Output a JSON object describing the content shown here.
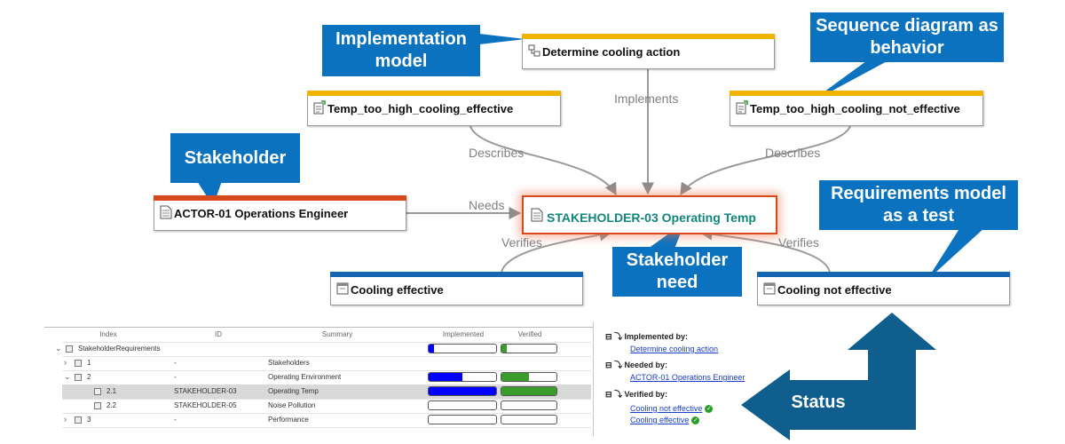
{
  "nodes": {
    "determine": "Determine cooling action",
    "effective_seq": "Temp_too_high_cooling_effective",
    "not_effective_seq": "Temp_too_high_cooling_not_effective",
    "actor": "ACTOR-01 Operations Engineer",
    "stakeholder": "STAKEHOLDER-03 Operating Temp",
    "cooling_eff": "Cooling effective",
    "cooling_not_eff": "Cooling not effective"
  },
  "relations": {
    "implements": "Implements",
    "describes_left": "Describes",
    "describes_right": "Describes",
    "needs": "Needs",
    "verifies_left": "Verifies",
    "verifies_right": "Verifies"
  },
  "callouts": {
    "implementation": "Implementation model",
    "sequence": "Sequence diagram as behavior",
    "stakeholder": "Stakeholder",
    "requirements": "Requirements model as a test",
    "need": "Stakeholder need",
    "status": "Status"
  },
  "colors": {
    "accent_blue": "#0b72c0",
    "implementation_bar": "#f0b400",
    "stakeholder_bar": "#d64a1e",
    "test_bar": "#1566b0",
    "status_arrow": "#0f5e8e",
    "progress_implemented": "#0000ff",
    "progress_verified": "#3a9c2a"
  },
  "table": {
    "headers": {
      "index": "Index",
      "id": "ID",
      "summary": "Summary",
      "implemented": "Implemented",
      "verified": "Verified"
    },
    "rows": [
      {
        "index": "StakeholderRequirements",
        "id": "",
        "summary": "",
        "implemented": 0.08,
        "verified": 0.1
      },
      {
        "index": "1",
        "id": "-",
        "summary": "Stakeholders",
        "implemented": null,
        "verified": null
      },
      {
        "index": "2",
        "id": "-",
        "summary": "Operating Environment",
        "implemented": 0.5,
        "verified": 0.5
      },
      {
        "index": "2.1",
        "id": "STAKEHOLDER-03",
        "summary": "Operating Temp",
        "implemented": 1.0,
        "verified": 1.0
      },
      {
        "index": "2.2",
        "id": "STAKEHOLDER-05",
        "summary": "Noise Pollution",
        "implemented": 0,
        "verified": 0
      },
      {
        "index": "3",
        "id": "-",
        "summary": "Performance",
        "implemented": 0,
        "verified": 0
      }
    ]
  },
  "panel": {
    "implemented_by": "Implemented by:",
    "implemented_link": "Determine cooling action",
    "needed_by": "Needed by:",
    "needed_link": "ACTOR-01 Operations Engineer",
    "verified_by": "Verified by:",
    "verified_link1": "Cooling not effective",
    "verified_link2": "Cooling effective"
  }
}
